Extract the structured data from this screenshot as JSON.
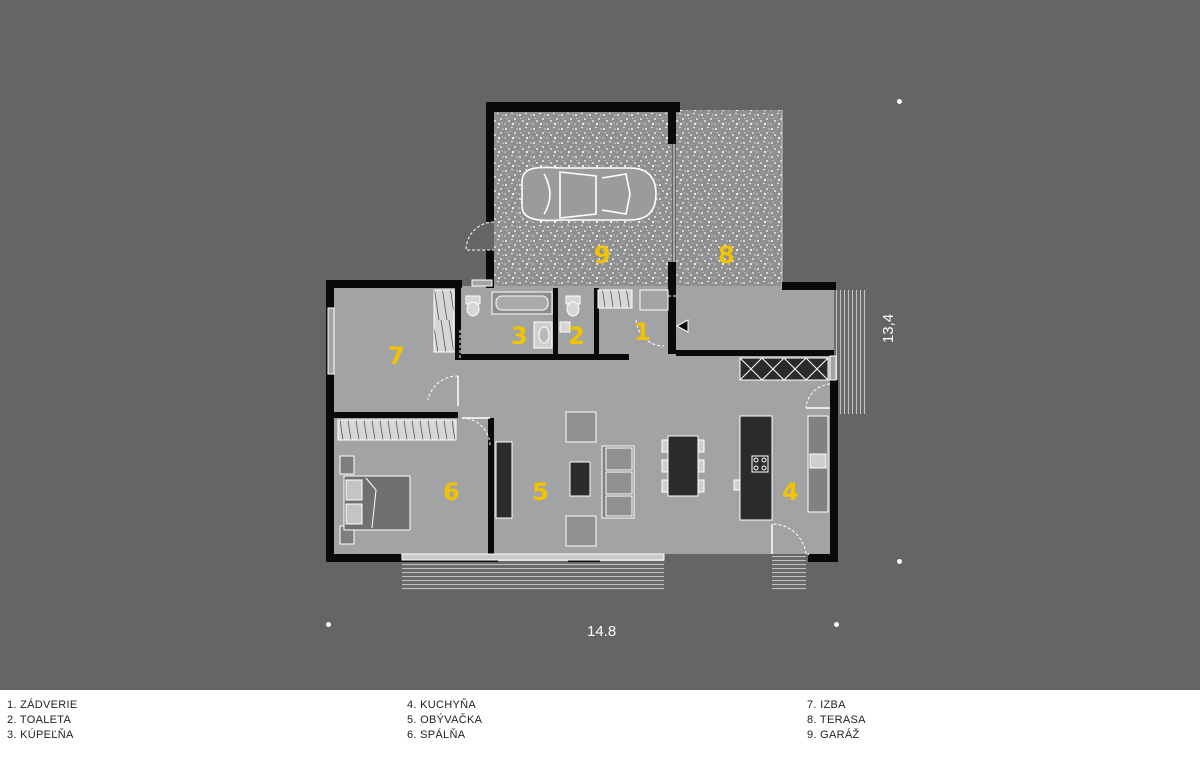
{
  "dimensions": {
    "width_label": "14.8",
    "depth_label": "13,4"
  },
  "rooms": [
    {
      "num": "1",
      "name": "ZÁDVERIE"
    },
    {
      "num": "2",
      "name": "TOALETA"
    },
    {
      "num": "3",
      "name": "KÚPEĽŇA"
    },
    {
      "num": "4",
      "name": "KUCHYŇA"
    },
    {
      "num": "5",
      "name": "OBÝVAČKA"
    },
    {
      "num": "6",
      "name": "SPÁLŇA"
    },
    {
      "num": "7",
      "name": "IZBA"
    },
    {
      "num": "8",
      "name": "TERASA"
    },
    {
      "num": "9",
      "name": "GARÁŽ"
    }
  ],
  "legend": [
    [
      "1.  ZÁDVERIE",
      "2.  TOALETA",
      "3.  KÚPEĽŇA"
    ],
    [
      "4.  KUCHYŇA",
      "5.  OBÝVAČKA",
      "6.  SPÁLŇA"
    ],
    [
      "7.  IZBA",
      "8.  TERASA",
      "9.  GARÁŽ"
    ]
  ],
  "colors": {
    "background": "#646567",
    "floor": "#a2a3a5",
    "wall": "#0a0a0a",
    "label": "#f2c400",
    "gravel": "#8a8b8d"
  }
}
